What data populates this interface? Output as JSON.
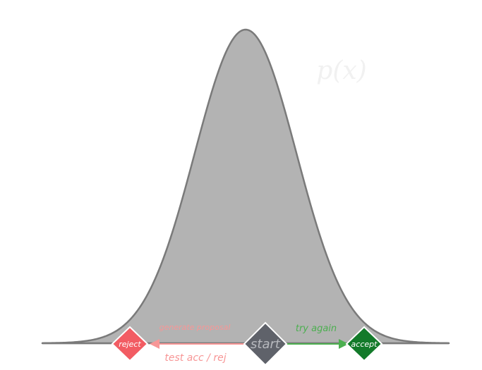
{
  "distribution": {
    "label": "p(x)",
    "fill_color": "#b3b3b3",
    "stroke_color": "#7a7a7a"
  },
  "nodes": {
    "reject": {
      "label": "reject",
      "color": "#f25c63"
    },
    "start": {
      "label": "start",
      "color": "#5f626a"
    },
    "accept": {
      "label": "accept",
      "color": "#137a2a"
    }
  },
  "arrows": {
    "generate_proposal": {
      "label": "generate proposal",
      "color": "#f79696"
    },
    "test_acc_rej": {
      "label": "test acc / rej",
      "color": "#f79696"
    },
    "try_again": {
      "label": "try again",
      "color": "#4caf50"
    }
  }
}
